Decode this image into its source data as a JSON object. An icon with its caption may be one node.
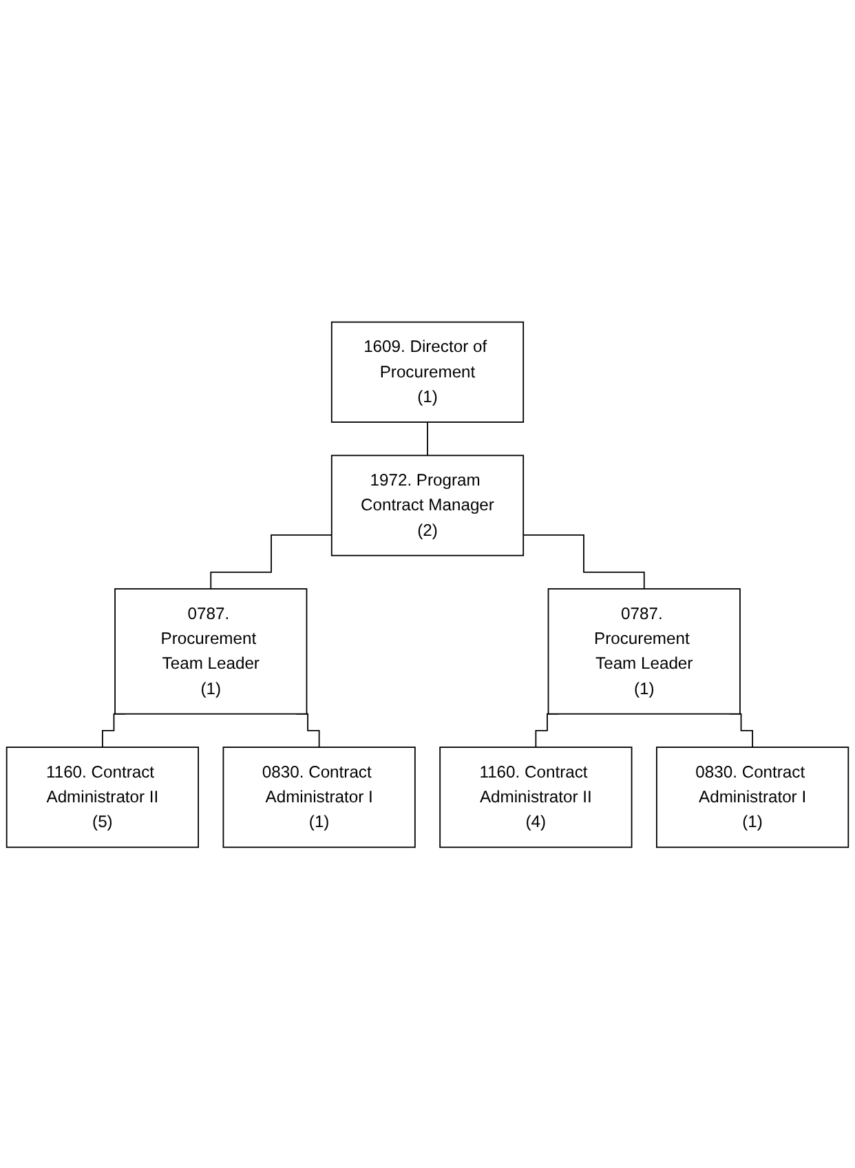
{
  "diagram": {
    "nodes": [
      {
        "text": [
          "1609. Director of Procurement",
          "(1)"
        ]
      },
      {
        "text": [
          "1972. Program Contract Manager",
          "(2)"
        ]
      },
      {
        "text": [
          "0787. Procurement Team Leader",
          "(1)"
        ]
      },
      {
        "text": [
          "0787. Procurement Team Leader",
          "(1)"
        ]
      },
      {
        "text": [
          "1160. Contract Administrator II",
          "(5)"
        ]
      },
      {
        "text": [
          "0830. Contract Administrator I",
          "(1)"
        ]
      },
      {
        "text": [
          "1160. Contract Administrator II",
          "(4)"
        ]
      },
      {
        "text": [
          "0830. Contract Administrator I",
          "(1)"
        ]
      }
    ],
    "edges": [
      {
        "from": 0,
        "to": 1,
        "arrow": "none"
      },
      {
        "from": 1,
        "to": 2,
        "arrow": "none"
      },
      {
        "from": 1,
        "to": 3,
        "arrow": "none"
      },
      {
        "from": 2,
        "to": 4,
        "arrow": "none"
      },
      {
        "from": 2,
        "to": 5,
        "arrow": "none"
      },
      {
        "from": 3,
        "to": 6,
        "arrow": "none"
      },
      {
        "from": 3,
        "to": 7,
        "arrow": "none"
      }
    ]
  }
}
